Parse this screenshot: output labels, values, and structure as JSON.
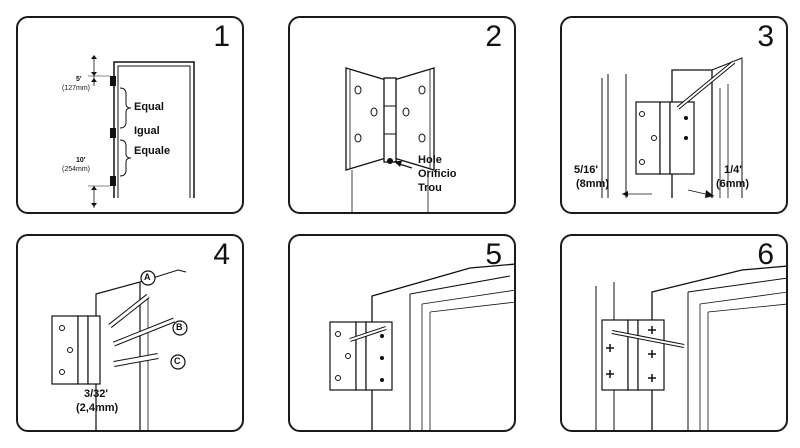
{
  "steps": [
    {
      "number": "1"
    },
    {
      "number": "2"
    },
    {
      "number": "3"
    },
    {
      "number": "4"
    },
    {
      "number": "5"
    },
    {
      "number": "6"
    }
  ],
  "step1": {
    "top_distance": "5'",
    "top_distance_mm": "(127mm)",
    "bottom_distance": "10'",
    "bottom_distance_mm": "(254mm)",
    "equal_en": "Equal",
    "equal_es": "Igual",
    "equal_fr": "Equale"
  },
  "step2": {
    "hole_en": "Hole",
    "hole_es": "Orificio",
    "hole_fr": "Trou"
  },
  "step3": {
    "left_gap": "5/16'",
    "left_gap_mm": "(8mm)",
    "right_gap": "1/4'",
    "right_gap_mm": "(6mm)"
  },
  "step4": {
    "tool_a": "A",
    "tool_b": "B",
    "tool_c": "C",
    "drill_size": "3/32'",
    "drill_size_mm": "(2,4mm)"
  }
}
